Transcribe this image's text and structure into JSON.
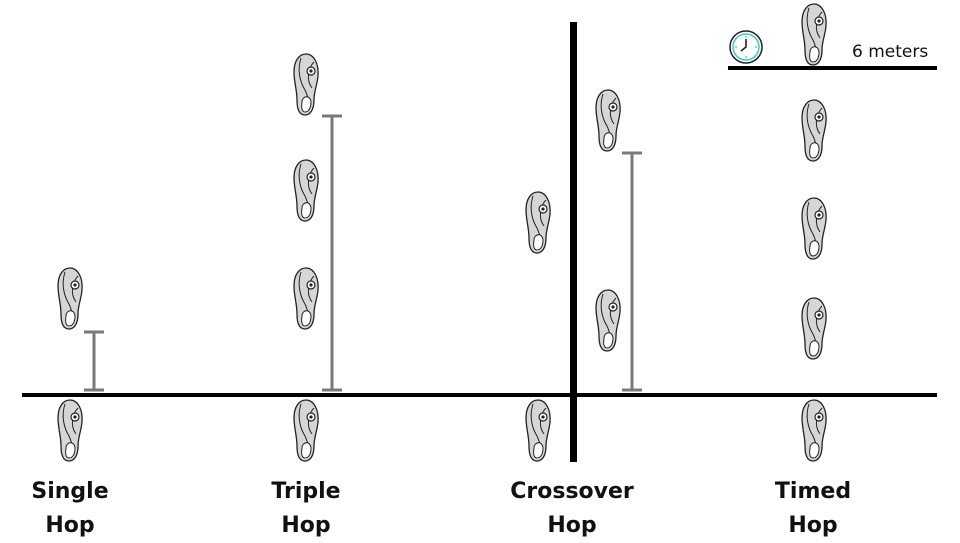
{
  "title": "Hop tests diagram",
  "tests": [
    {
      "line1": "Single",
      "line2": "Hop"
    },
    {
      "line1": "Triple",
      "line2": "Hop"
    },
    {
      "line1": "Crossover",
      "line2": "Hop"
    },
    {
      "line1": "Timed",
      "line2": "Hop"
    }
  ],
  "timed_distance": "6 meters",
  "icons": {
    "footprint": "footprint-icon",
    "clock": "clock-icon"
  },
  "colors": {
    "line": "#000000",
    "measure_bar": "#7a7a7a",
    "footprint_fill": "#d6d6d6",
    "clock": "#3cc8c0"
  }
}
